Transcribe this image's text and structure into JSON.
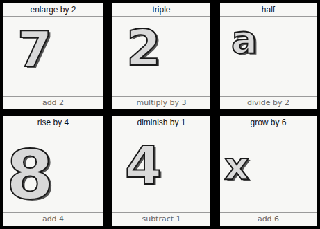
{
  "diagram": {
    "nodes": [
      {
        "text": [
          "enlarge by 2",
          "7",
          "add 2"
        ]
      },
      {
        "text": [
          "triple",
          "2",
          "multiply by 3"
        ]
      },
      {
        "text": [
          "half",
          "a",
          "divide by 2"
        ]
      },
      {
        "text": [
          "rise by 4",
          "8",
          "add 4"
        ]
      },
      {
        "text": [
          "diminish by 1",
          "4",
          "subtract 1"
        ]
      },
      {
        "text": [
          "grow by 6",
          "x",
          "add 6"
        ]
      }
    ]
  }
}
